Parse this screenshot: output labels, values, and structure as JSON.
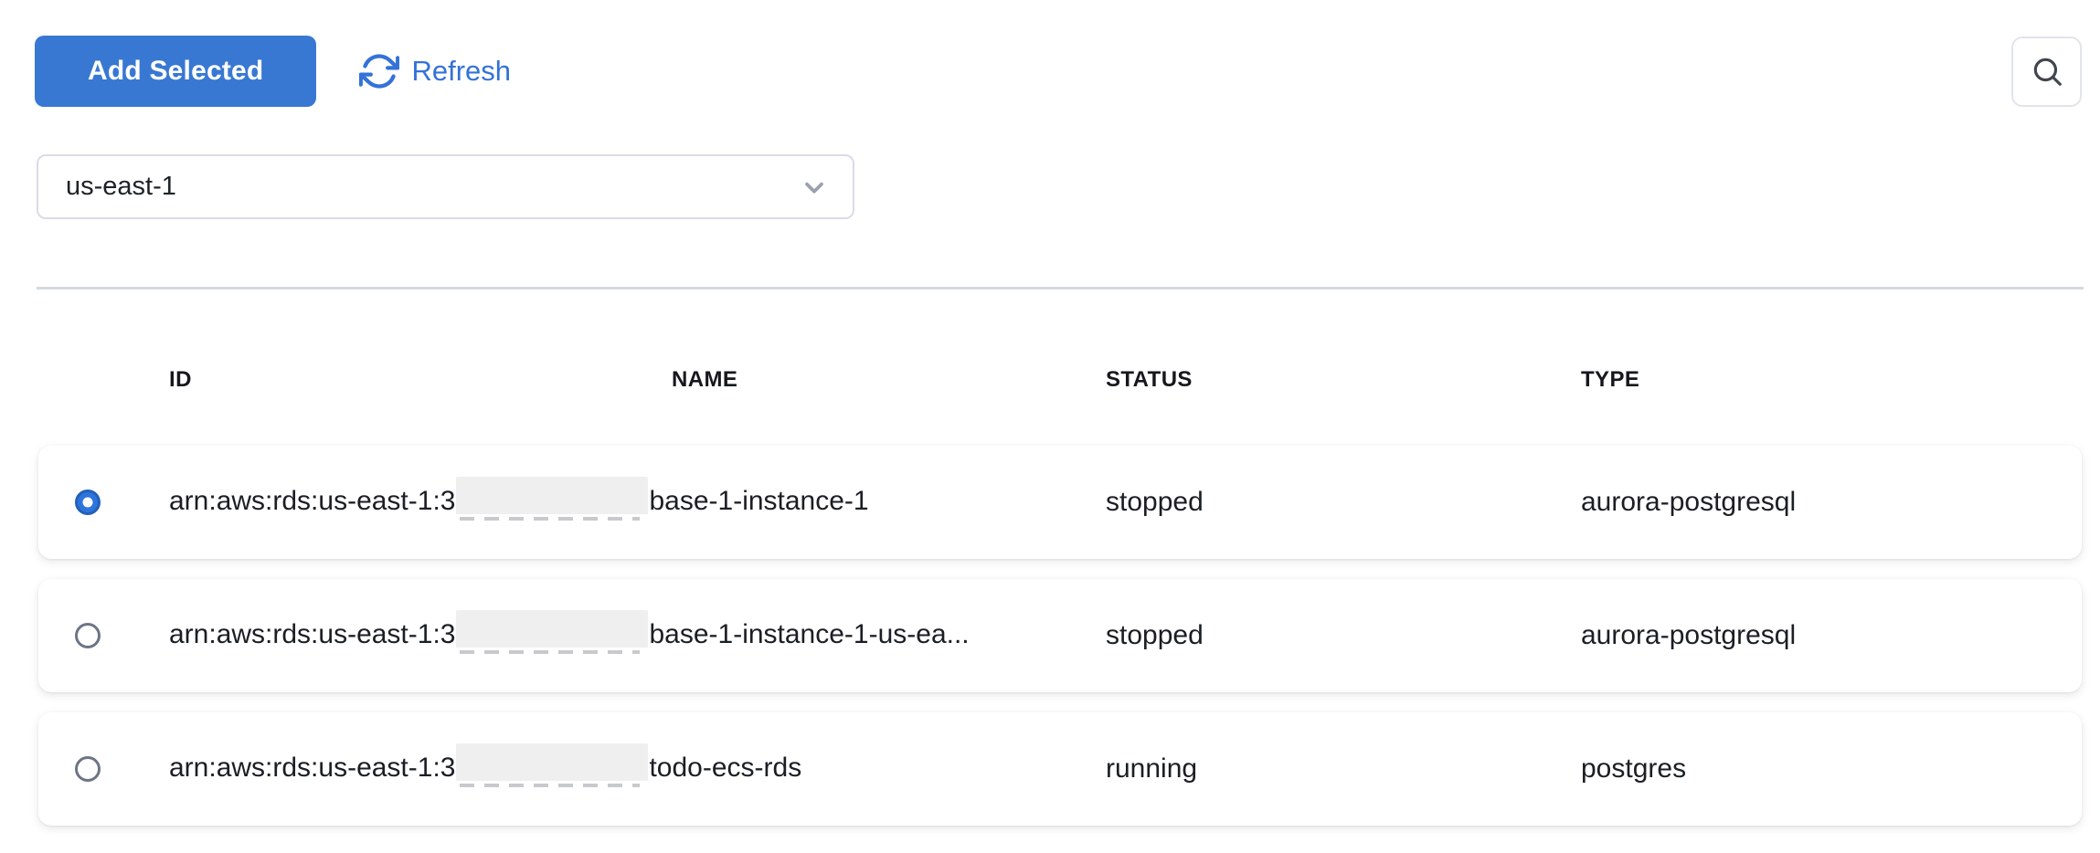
{
  "toolbar": {
    "add_selected_label": "Add Selected",
    "refresh_label": "Refresh",
    "search_icon": "magnifier"
  },
  "region_select": {
    "value": "us-east-1",
    "chevron_icon": "chevron-down"
  },
  "table": {
    "headers": {
      "id": "ID",
      "name": "NAME",
      "status": "STATUS",
      "type": "TYPE"
    },
    "rows": [
      {
        "selected": true,
        "id_prefix": "arn:aws:rds:us-east-1:3",
        "id_redacted": true,
        "id_suffix": "base-1-instance-1",
        "status": "stopped",
        "type": "aurora-postgresql"
      },
      {
        "selected": false,
        "id_prefix": "arn:aws:rds:us-east-1:3",
        "id_redacted": true,
        "id_suffix": "base-1-instance-1-us-ea...",
        "status": "stopped",
        "type": "aurora-postgresql"
      },
      {
        "selected": false,
        "id_prefix": "arn:aws:rds:us-east-1:3",
        "id_redacted": true,
        "id_suffix": "todo-ecs-rds",
        "status": "running",
        "type": "postgres"
      }
    ]
  },
  "colors": {
    "primary_blue": "#3878d2",
    "link_blue": "#3472d8",
    "radio_selected_blue": "#2e74dd",
    "divider_gray": "#d5d9e1",
    "text_dark": "#1b1e24"
  }
}
